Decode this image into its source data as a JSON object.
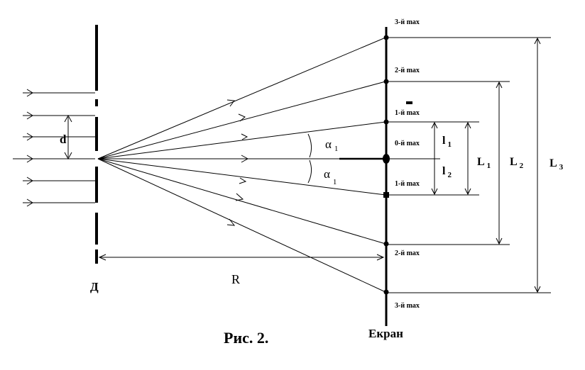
{
  "figure": {
    "caption": "Рис. 2.",
    "diffraction_grating_label": "Д",
    "screen_label": "Екран",
    "distance_label": "R",
    "slit_spacing_label": "d"
  },
  "angles": {
    "alpha": "α",
    "alpha_sub": "1"
  },
  "maxima": {
    "top3": "3-й max",
    "top2": "2-й max",
    "top1": "1-й max",
    "zero": "0-й max",
    "bottom1": "1-й max",
    "bottom2": "2-й max",
    "bottom3": "3-й max"
  },
  "distances": {
    "l1_main": "l",
    "l1_sub": "1",
    "l2_main": "l",
    "l2_sub": "2",
    "L1_main": "L",
    "L1_sub": "1",
    "L2_main": "L",
    "L2_sub": "2",
    "L3_main": "L",
    "L3_sub": "3"
  }
}
